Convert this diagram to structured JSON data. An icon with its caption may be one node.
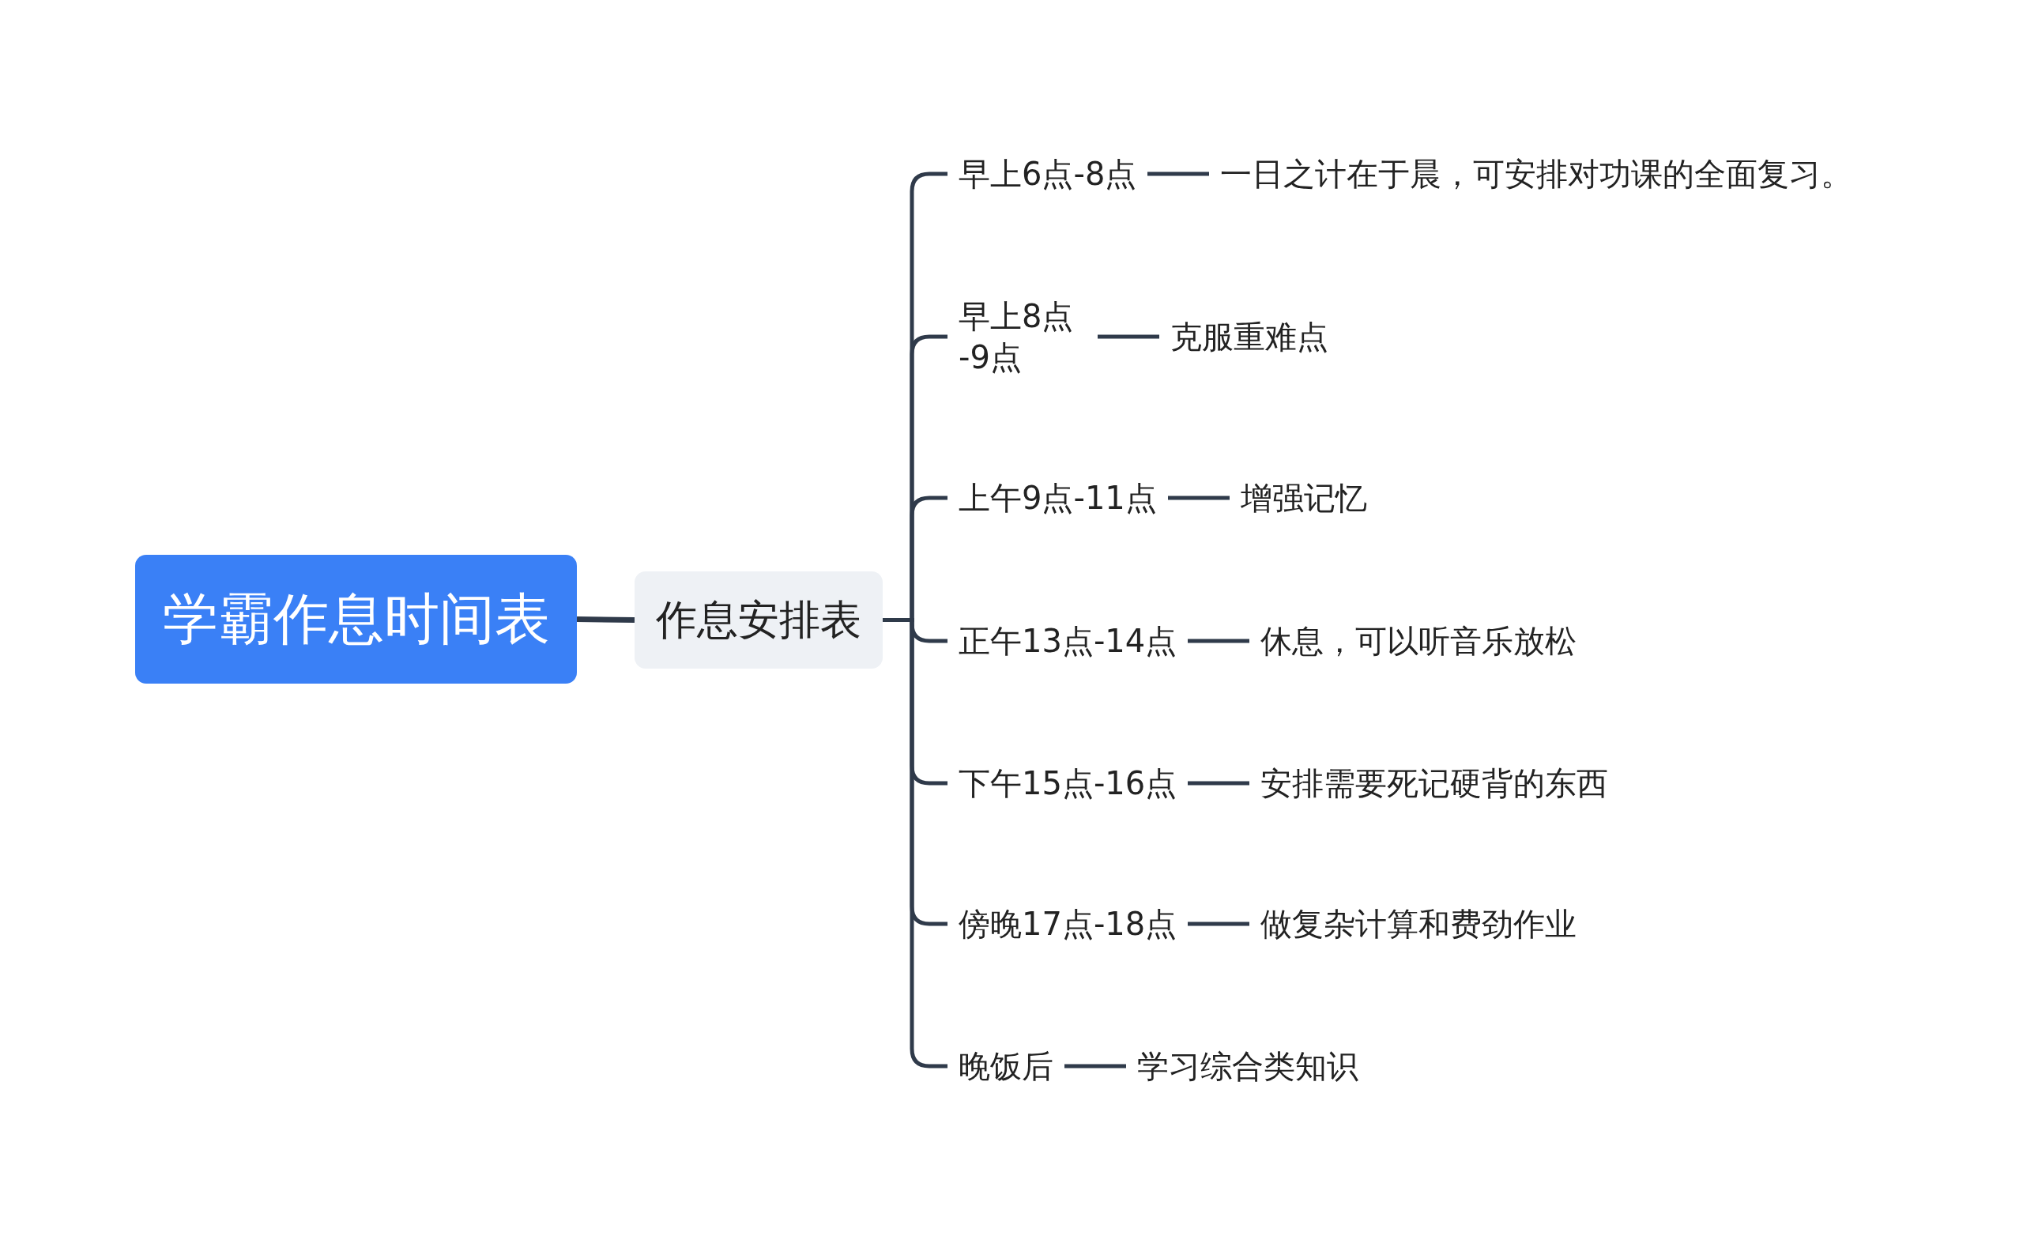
{
  "diagram": {
    "nodes": [
      {
        "text": [
          "学霸作息时间表"
        ]
      },
      {
        "text": [
          "作息安排表"
        ]
      },
      {
        "text": [
          "早上6点-8点"
        ]
      },
      {
        "text": [
          "一日之计在于晨，可安排对功课的全面复习。"
        ]
      },
      {
        "text": [
          "早上8点 -9点"
        ]
      },
      {
        "text": [
          "克服重难点"
        ]
      },
      {
        "text": [
          "上午9点-11点"
        ]
      },
      {
        "text": [
          "增强记忆"
        ]
      },
      {
        "text": [
          "正午13点-14点"
        ]
      },
      {
        "text": [
          "休息，可以听音乐放松"
        ]
      },
      {
        "text": [
          "下午15点-16点"
        ]
      },
      {
        "text": [
          "安排需要死记硬背的东西"
        ]
      },
      {
        "text": [
          "傍晚17点-18点"
        ]
      },
      {
        "text": [
          "做复杂计算和费劲作业"
        ]
      },
      {
        "text": [
          "晚饭后"
        ]
      },
      {
        "text": [
          "学习综合类知识"
        ]
      }
    ],
    "edges": [
      {
        "from": 0,
        "to": 1,
        "arrow": "none"
      },
      {
        "from": 1,
        "to": 2,
        "arrow": "none"
      },
      {
        "from": 2,
        "to": 3,
        "arrow": "none"
      },
      {
        "from": 1,
        "to": 4,
        "arrow": "none"
      },
      {
        "from": 4,
        "to": 5,
        "arrow": "none"
      },
      {
        "from": 1,
        "to": 6,
        "arrow": "none"
      },
      {
        "from": 6,
        "to": 7,
        "arrow": "none"
      },
      {
        "from": 1,
        "to": 8,
        "arrow": "none"
      },
      {
        "from": 8,
        "to": 9,
        "arrow": "none"
      },
      {
        "from": 1,
        "to": 10,
        "arrow": "none"
      },
      {
        "from": 10,
        "to": 11,
        "arrow": "none"
      },
      {
        "from": 1,
        "to": 12,
        "arrow": "none"
      },
      {
        "from": 12,
        "to": 13,
        "arrow": "none"
      },
      {
        "from": 1,
        "to": 14,
        "arrow": "none"
      },
      {
        "from": 14,
        "to": 15,
        "arrow": "none"
      }
    ]
  }
}
